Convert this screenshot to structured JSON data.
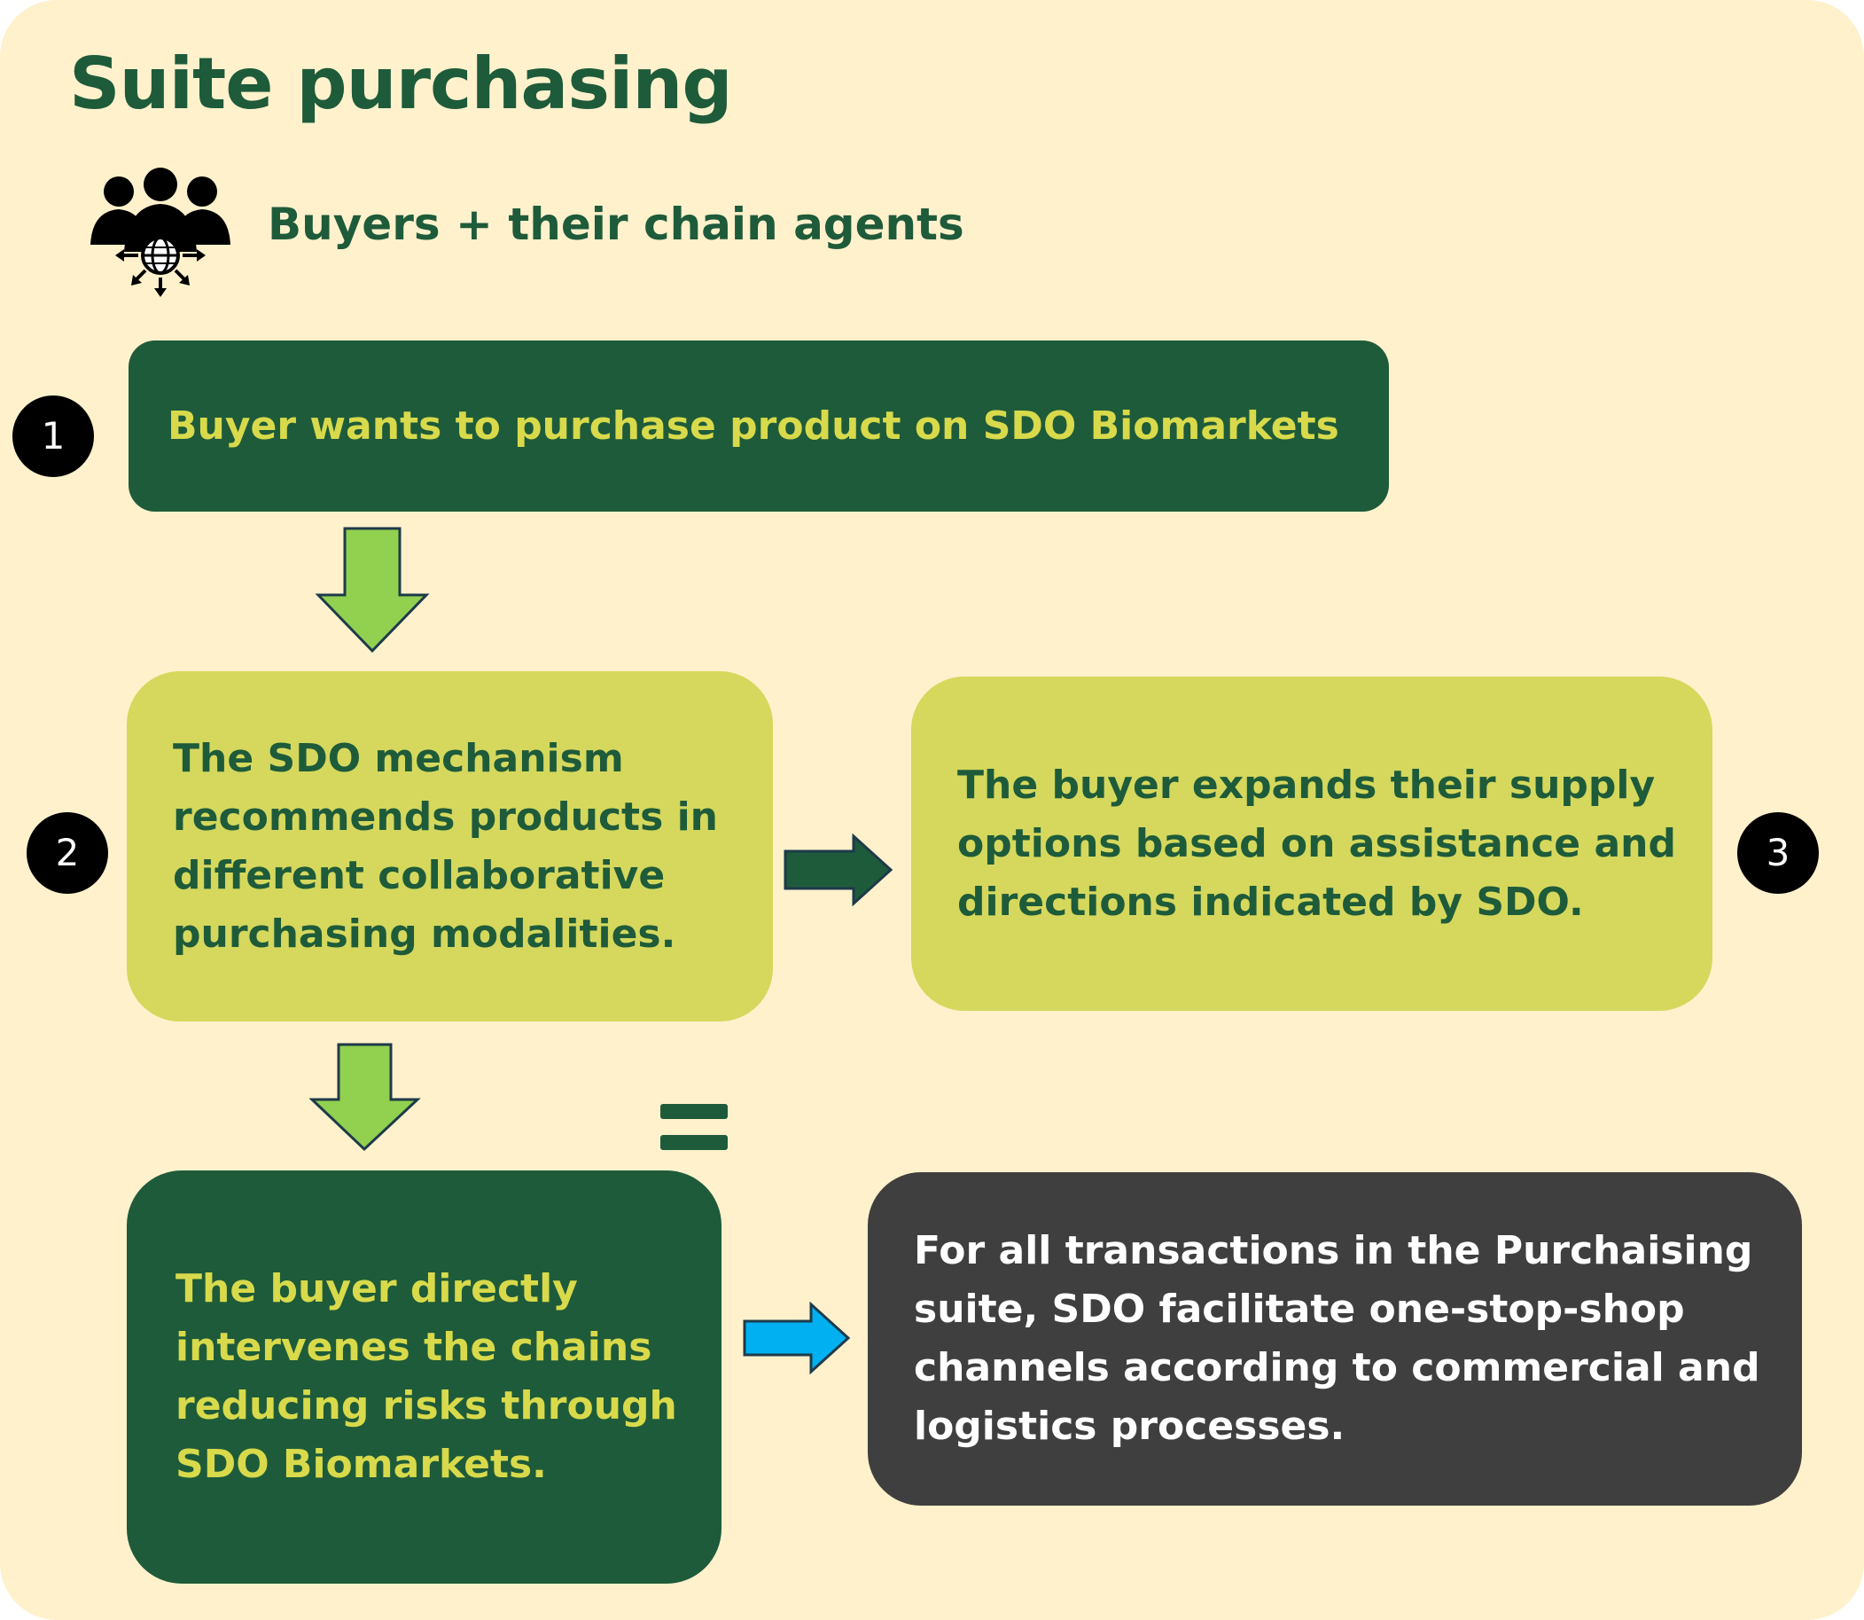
{
  "title": "Suite purchasing",
  "subtitle": "Buyers + their chain agents",
  "icon": "people-globe-network-icon",
  "steps": [
    {
      "number": "1",
      "text": "Buyer wants to purchase product on SDO Biomarkets"
    },
    {
      "number": "2",
      "text": "The SDO mechanism recommends products in different collaborative purchasing modalities."
    },
    {
      "number": "3",
      "text": "The buyer expands their supply options based on assistance and directions indicated by SDO."
    }
  ],
  "outcome": "The buyer directly intervenes the chains reducing risks through SDO Biomarkets.",
  "summary": "For all transactions in the Purchaising suite, SDO facilitate one-stop-shop channels according to commercial and logistics processes.",
  "colors": {
    "background": "#fff1cc",
    "dark_green": "#1e5b3a",
    "yellow_green": "#d5d85d",
    "light_green_arrow": "#92d050",
    "blue_arrow": "#00b0f0",
    "dark_gray": "#3f3f3f"
  }
}
